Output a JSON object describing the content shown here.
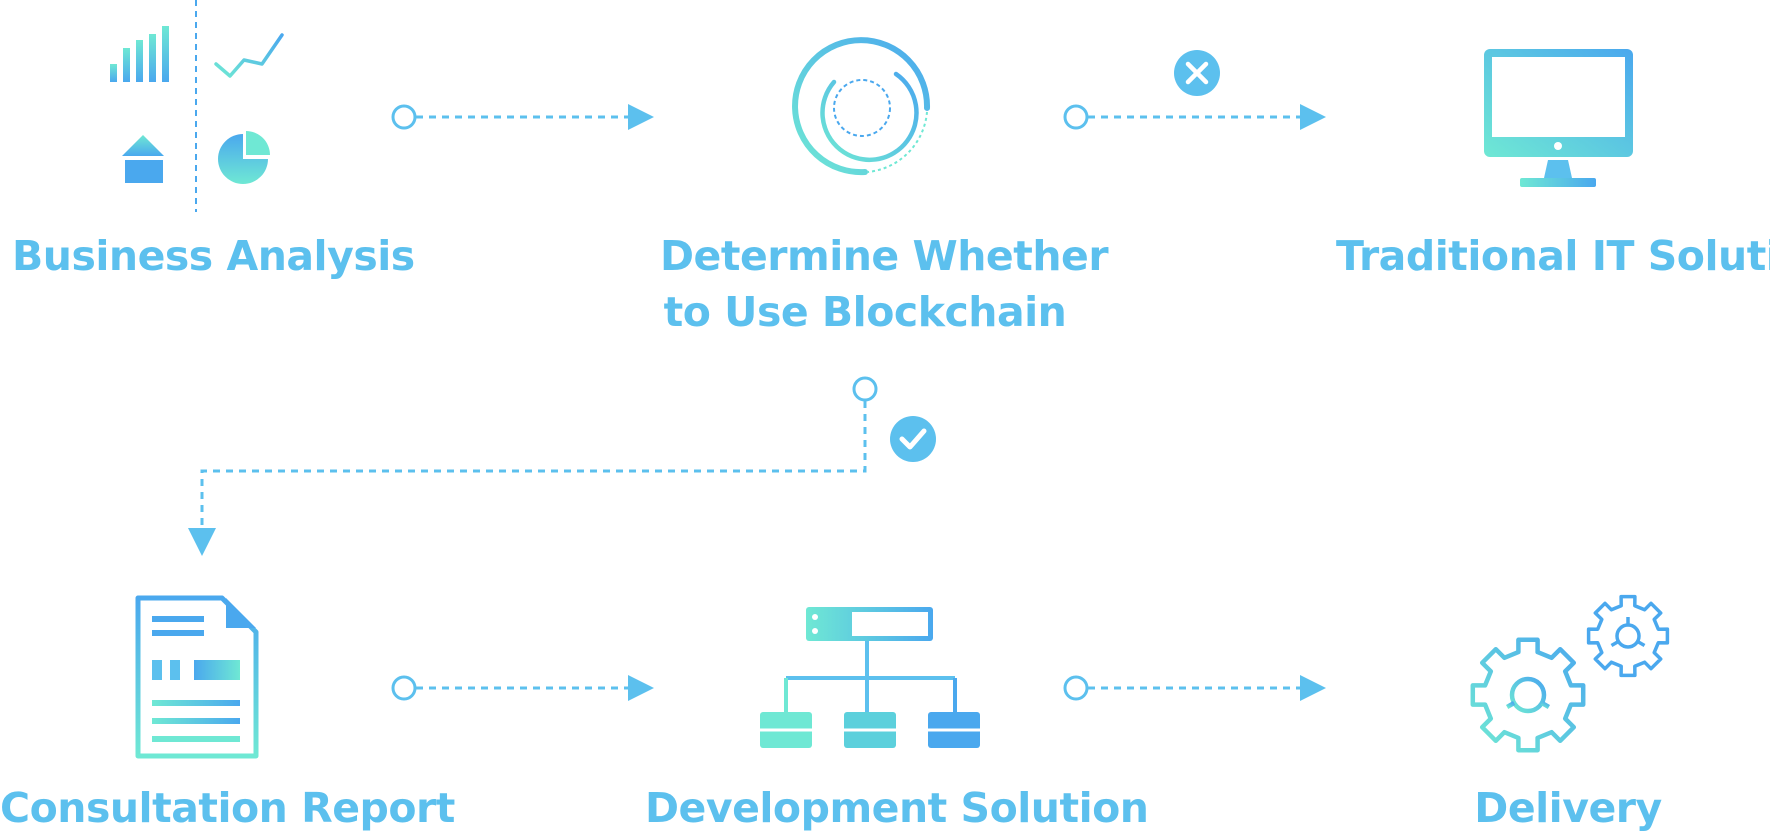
{
  "steps": {
    "business_analysis": "Business Analysis",
    "determine_line1": "Determine Whether",
    "determine_line2": "to Use Blockchain",
    "traditional": "Traditional IT Solution",
    "consultation": "Consultation Report",
    "development": "Development Solution",
    "delivery": "Delivery"
  },
  "decisions": {
    "no_icon": "close-icon",
    "yes_icon": "check-icon"
  },
  "colors": {
    "text": "#5cc0ee",
    "line": "#5cc0ee",
    "grad_teal": "#6fe8d4",
    "grad_blue": "#4aa8ee"
  }
}
